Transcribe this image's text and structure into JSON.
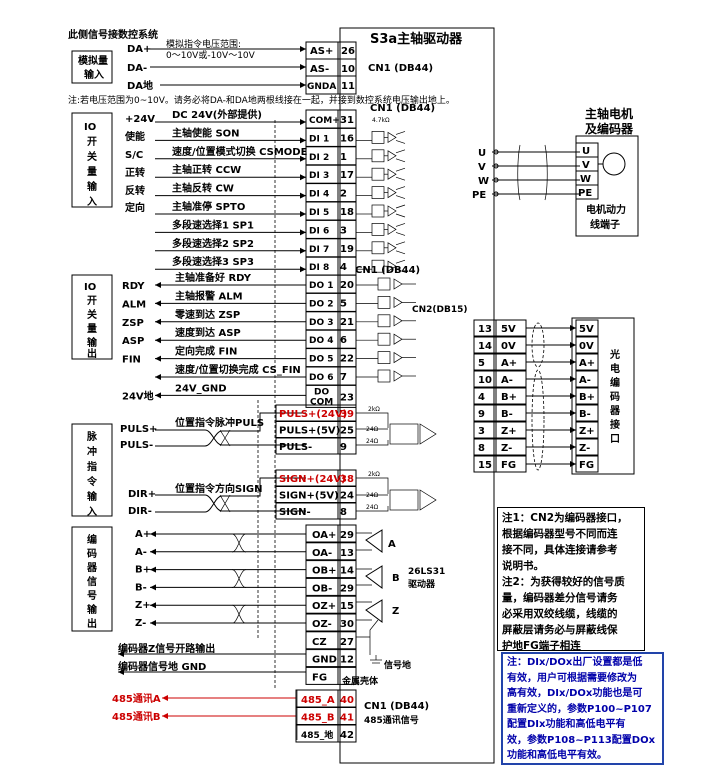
{
  "header": {
    "cnc_side": "此侧信号接数控系统",
    "drive_title": "S3a主轴驱动器",
    "motor_title_1": "主轴电机",
    "motor_title_2": "及编码器",
    "cn1_db44": "CN1 (DB44)",
    "cn2_db15": "CN2(DB15)"
  },
  "analog": {
    "group_label": [
      "模拟量",
      "输入"
    ],
    "range_1": "模拟指令电压范围:",
    "range_2": "0～10V或-10V～10V",
    "ext": [
      "DA+",
      "DA-",
      "DA地"
    ],
    "pins": [
      {
        "name": "AS+",
        "num": "26"
      },
      {
        "name": "AS-",
        "num": "10"
      },
      {
        "name": "GNDA",
        "num": "11"
      }
    ],
    "note": "注:若电压范围为0~10V。请务必将DA-和DA地两根线接在一起，并接到数控系统电压输出地上。"
  },
  "io_in": {
    "group_label": [
      "IO",
      "开",
      "关",
      "量",
      "输",
      "入"
    ],
    "ext_24v": "+24V",
    "com_desc": "DC 24V(外部提供)",
    "res_label": "4.7kΩ",
    "ext": [
      "使能",
      "S/C",
      "正转",
      "反转",
      "定向"
    ],
    "rows": [
      {
        "desc": "",
        "name": "COM+",
        "num": "31"
      },
      {
        "desc": "主轴使能 SON",
        "name": "DI 1",
        "num": "16"
      },
      {
        "desc": "速度/位置模式切换 CSMODE",
        "name": "DI 2",
        "num": "1"
      },
      {
        "desc": "主轴正转 CCW",
        "name": "DI 3",
        "num": "17"
      },
      {
        "desc": "主轴反转  CW",
        "name": "DI 4",
        "num": "2"
      },
      {
        "desc": "主轴准停 SPTO",
        "name": "DI 5",
        "num": "18"
      },
      {
        "desc": "多段速选择1 SP1",
        "name": "DI 6",
        "num": "3"
      },
      {
        "desc": "多段速选择2 SP2",
        "name": "DI 7",
        "num": "19"
      },
      {
        "desc": "多段速选择3 SP3",
        "name": "DI 8",
        "num": "4"
      }
    ]
  },
  "io_out": {
    "group_label": [
      "IO",
      "开",
      "关",
      "量",
      "输",
      "出"
    ],
    "ext": [
      "RDY",
      "ALM",
      "ZSP",
      "ASP",
      "FIN",
      "",
      "24V地"
    ],
    "rows": [
      {
        "desc": "主轴准备好 RDY",
        "name": "DO 1",
        "num": "20"
      },
      {
        "desc": "主轴报警  ALM",
        "name": "DO 2",
        "num": "5"
      },
      {
        "desc": "零速到达 ZSP",
        "name": "DO 3",
        "num": "21"
      },
      {
        "desc": "速度到达 ASP",
        "name": "DO 4",
        "num": "6"
      },
      {
        "desc": "定向完成 FIN",
        "name": "DO 5",
        "num": "22"
      },
      {
        "desc": "速度/位置切换完成 CS_FIN",
        "name": "DO 6",
        "num": "7"
      },
      {
        "desc": "24V_GND",
        "name": "DO COM",
        "num": "23"
      }
    ]
  },
  "pulse": {
    "group_label": [
      "脉",
      "冲",
      "指",
      "令",
      "输",
      "入"
    ],
    "puls_desc": "位置指令脉冲PULS",
    "sign_desc": "位置指令方向SIGN",
    "ext_puls": [
      "PULS+",
      "PULS-"
    ],
    "ext_sign": [
      "DIR+",
      "DIR-"
    ],
    "res_2k": "2kΩ",
    "res_24": "24Ω",
    "puls_pins": [
      {
        "name": "PULS+(24V)",
        "num": "39",
        "red": true
      },
      {
        "name": "PULS+(5V)",
        "num": "25",
        "red": false
      },
      {
        "name": "PULS-",
        "num": "9",
        "red": false
      }
    ],
    "sign_pins": [
      {
        "name": "SIGN+(24V)",
        "num": "38",
        "red": true
      },
      {
        "name": "SIGN+(5V)",
        "num": "24",
        "red": false
      },
      {
        "name": "SIGN-",
        "num": "8",
        "red": false
      }
    ]
  },
  "encoder_out": {
    "group_label": [
      "编",
      "码",
      "器",
      "信",
      "号",
      "输",
      "出"
    ],
    "ext": [
      "A+",
      "A-",
      "B+",
      "B-",
      "Z+",
      "Z-"
    ],
    "pins": [
      {
        "name": "OA+",
        "num": "29"
      },
      {
        "name": "OA-",
        "num": "13"
      },
      {
        "name": "OB+",
        "num": "14"
      },
      {
        "name": "OB-",
        "num": "29"
      },
      {
        "name": "OZ+",
        "num": "15"
      },
      {
        "name": "OZ-",
        "num": "30"
      },
      {
        "name": "CZ",
        "num": "27"
      },
      {
        "name": "GND",
        "num": "12"
      },
      {
        "name": "FG",
        "num": ""
      }
    ],
    "cz_desc": "编码器Z信号开路输出",
    "gnd_desc": "编码器信号地 GND",
    "letters": [
      "A",
      "B",
      "Z"
    ],
    "chip": [
      "26LS31",
      "驱动器"
    ],
    "signal_ground": "信号地",
    "shell": "金属壳体"
  },
  "rs485": {
    "ext": [
      "485通讯A",
      "485通讯B"
    ],
    "pins": [
      {
        "name": "485_A",
        "num": "40"
      },
      {
        "name": "485_B",
        "num": "41"
      },
      {
        "name": "485_地",
        "num": "42"
      }
    ],
    "label_1": "CN1 (DB44)",
    "label_2": "485通讯信号"
  },
  "motor": {
    "ext": [
      "U",
      "V",
      "W",
      "PE"
    ],
    "pins": [
      "U",
      "V",
      "W",
      "PE"
    ],
    "power_label_1": "电机动力",
    "power_label_2": "线端子"
  },
  "cn2": {
    "rows": [
      {
        "num": "13",
        "name": "5V",
        "right": "5V"
      },
      {
        "num": "14",
        "name": "0V",
        "right": "0V"
      },
      {
        "num": "5",
        "name": "A+",
        "right": "A+"
      },
      {
        "num": "10",
        "name": "A-",
        "right": "A-"
      },
      {
        "num": "4",
        "name": "B+",
        "right": "B+"
      },
      {
        "num": "9",
        "name": "B-",
        "right": "B-"
      },
      {
        "num": "3",
        "name": "Z+",
        "right": "Z+"
      },
      {
        "num": "8",
        "name": "Z-",
        "right": "Z-"
      },
      {
        "num": "15",
        "name": "FG",
        "right": "FG"
      }
    ],
    "encoder_label": [
      "光",
      "电",
      "编",
      "码",
      "器",
      "接",
      "口"
    ]
  },
  "notes": {
    "note1": [
      "注1：CN2为编码器接口，",
      "根据编码器型号不同而连",
      "接不同，具体连接请参考",
      "说明书。",
      "注2：为获得较好的信号质",
      "量，编码器差分信号请务",
      "必采用双绞线缆，线缆的",
      "屏蔽层请务必与屏蔽线保",
      "护地FG端子相连"
    ],
    "note2": [
      "注：DIx/DOx出厂设置都是低",
      "有效，用户可根据需要修改为",
      "高有效，DIx/DOx功能也是可",
      "重新定义的，参数P100~P107",
      "配置DIx功能和高低电平有",
      "效，参数P108~P113配置DOx",
      "功能和高低电平有效。"
    ]
  }
}
